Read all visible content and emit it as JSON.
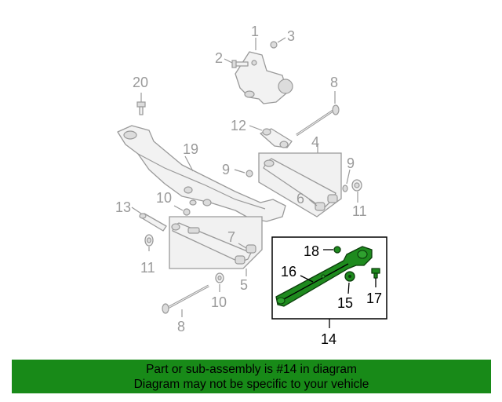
{
  "callouts": {
    "c1": "1",
    "c2": "2",
    "c3": "3",
    "c4": "4",
    "c5": "5",
    "c6": "6",
    "c7": "7",
    "c8a": "8",
    "c8b": "8",
    "c9a": "9",
    "c9b": "9",
    "c10a": "10",
    "c10b": "10",
    "c11a": "11",
    "c11b": "11",
    "c12": "12",
    "c13": "13",
    "c14": "14",
    "c15": "15",
    "c16": "16",
    "c17": "17",
    "c18": "18",
    "c19": "19",
    "c20": "20"
  },
  "highlight": {
    "part_number": "14",
    "color": "#1e8a1e"
  },
  "banner": {
    "line1": "Part or sub-assembly is #14 in diagram",
    "line2": "Diagram may not be specific to your vehicle",
    "color": "#188a18"
  }
}
